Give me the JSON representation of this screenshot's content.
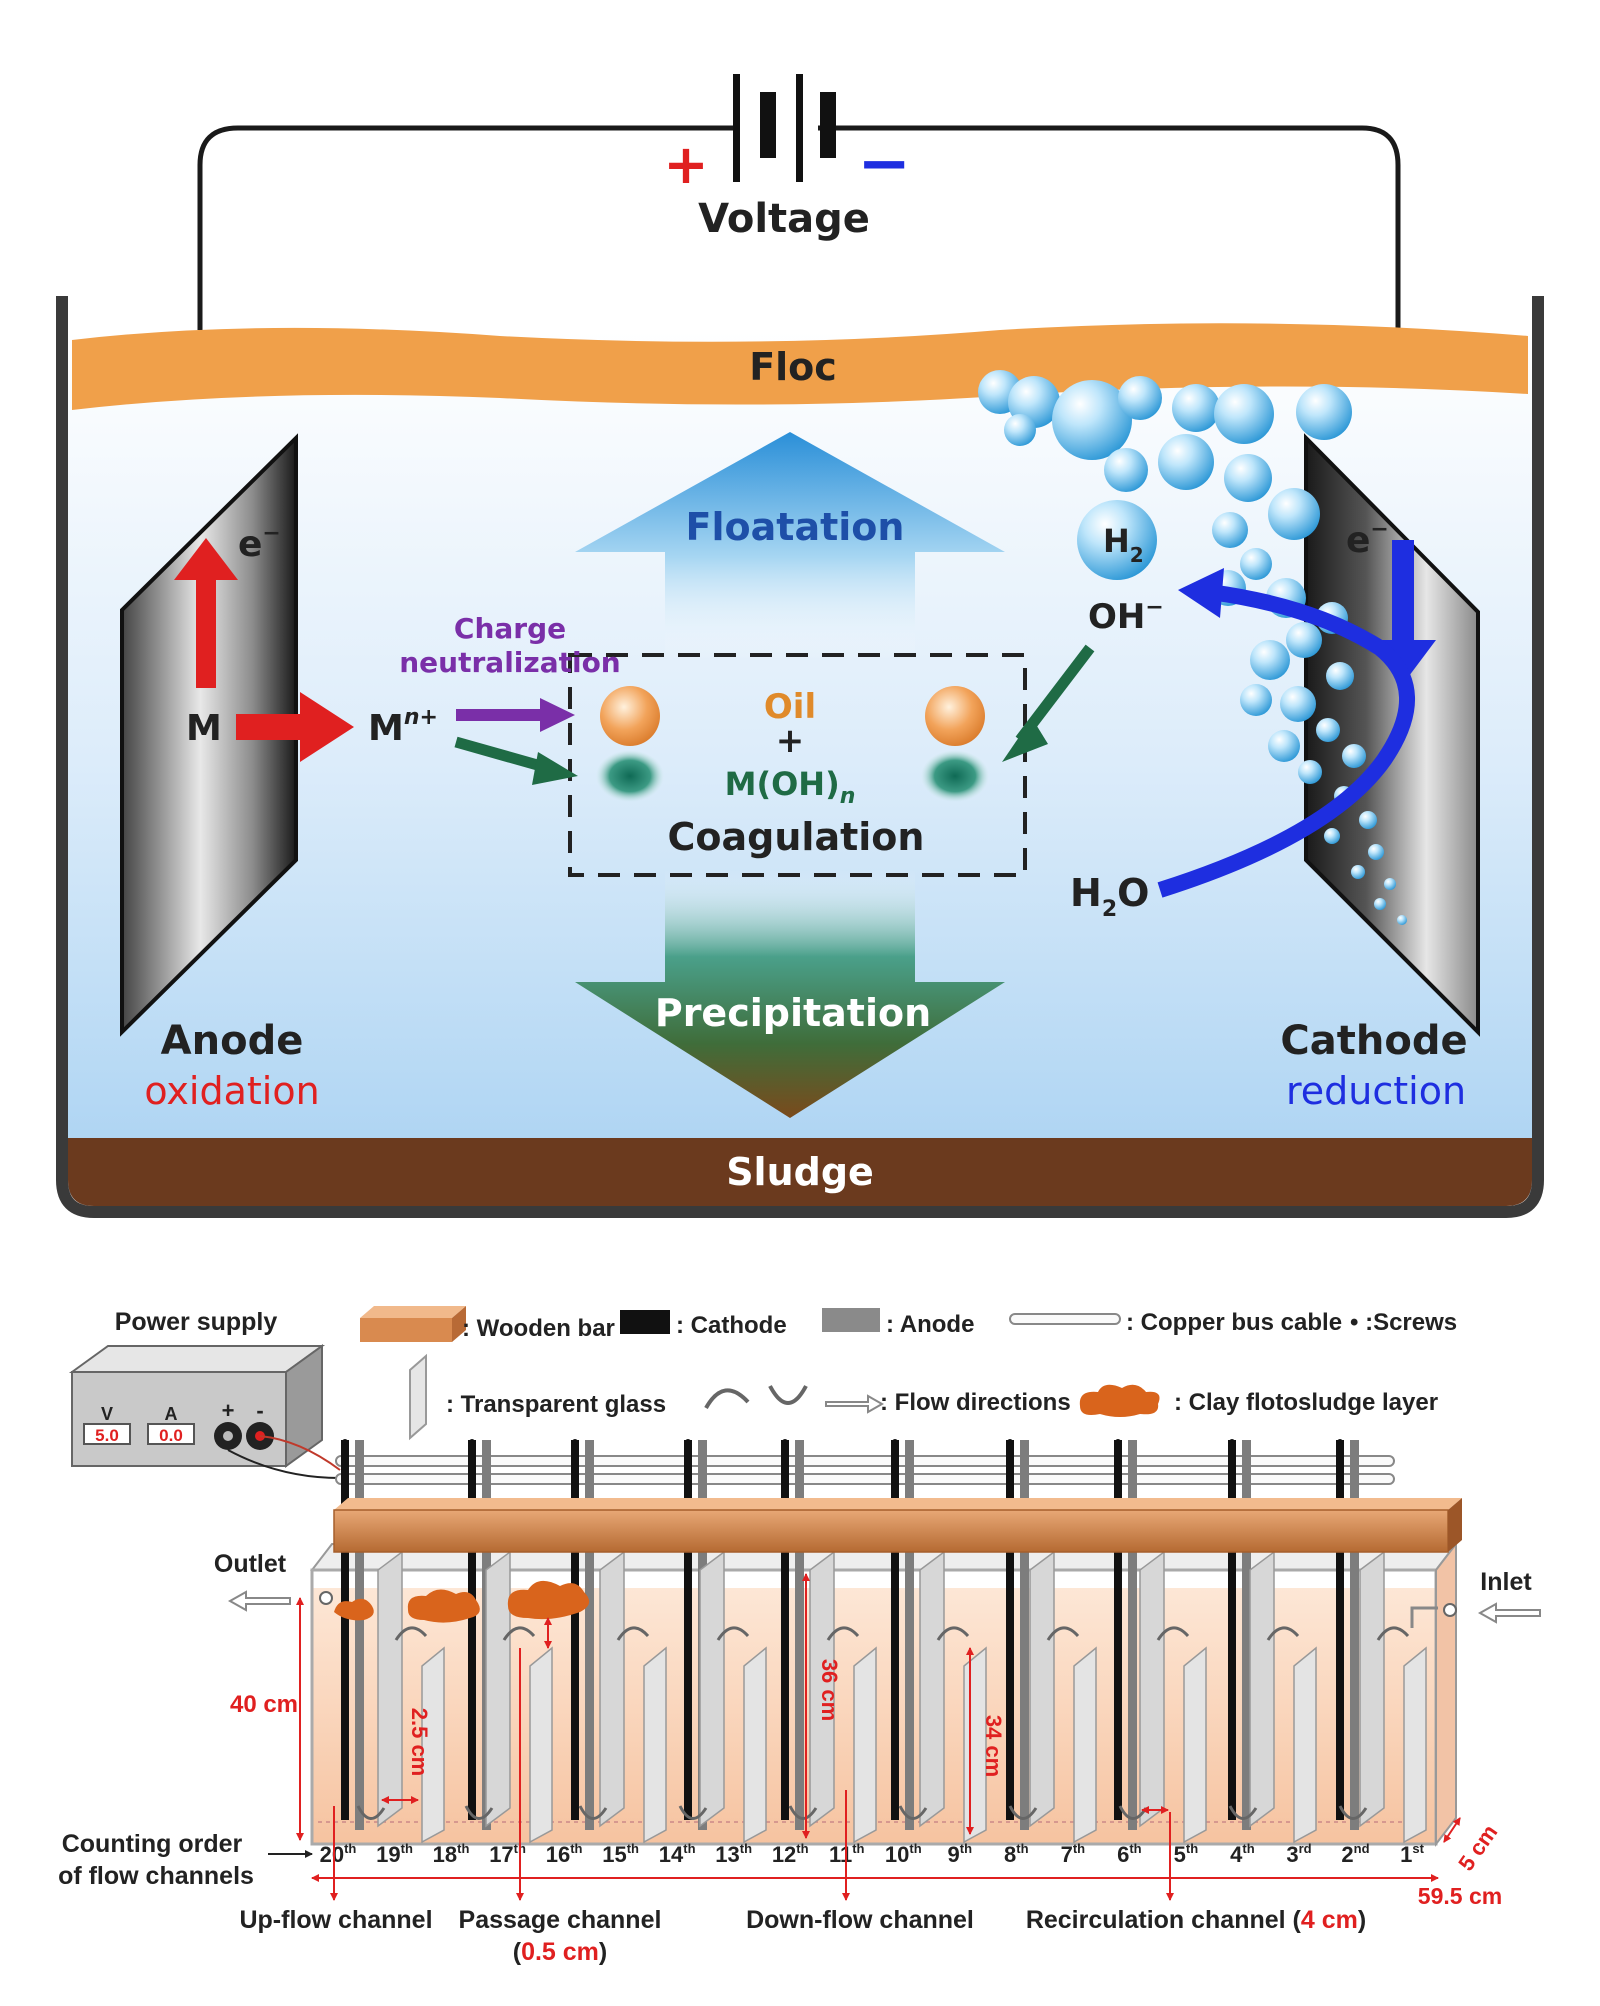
{
  "top": {
    "voltage_label": "Voltage",
    "plus": "+",
    "minus": "−",
    "floc": "Floc",
    "sludge": "Sludge",
    "floatation": "Floatation",
    "precipitation": "Precipitation",
    "coagulation": "Coagulation",
    "oil": "Oil",
    "plus_sign": "+",
    "moh": "M(OH)",
    "moh_sub": "n",
    "charge_line1": "Charge",
    "charge_line2": "neutralization",
    "anode_title": "Anode",
    "anode_sub": "oxidation",
    "cathode_title": "Cathode",
    "cathode_sub": "reduction",
    "m": "M",
    "mn": "M",
    "mn_sup": "n+",
    "e_anode": "e",
    "e_cathode": "e",
    "e_sup": "−",
    "h2": "H",
    "h2_sub": "2",
    "oh": "OH",
    "oh_sup": "−",
    "h2o_h": "H",
    "h2o_sub": "2",
    "h2o_o": "O"
  },
  "bottom": {
    "power_supply": "Power supply",
    "v_label": "V",
    "a_label": "A",
    "v_value": "5.0",
    "a_value": "0.0",
    "ps_plus": "+",
    "ps_minus": "-",
    "legend": {
      "wooden_bar": ": Wooden bar",
      "cathode": ": Cathode",
      "anode": ": Anode",
      "copper": ": Copper bus cable",
      "screws": "• :Screws",
      "glass": ": Transparent glass",
      "flow": ": Flow directions",
      "clay": ": Clay flotosludge layer"
    },
    "outlet": "Outlet",
    "inlet": "Inlet",
    "dim_40": "40 cm",
    "dim_25": "2.5 cm",
    "dim_36": "36 cm",
    "dim_34": "34 cm",
    "dim_5": "5 cm",
    "dim_595": "59.5 cm",
    "counting_line1": "Counting order",
    "counting_line2": "of flow channels",
    "channel_nums": [
      "20",
      "19",
      "18",
      "17",
      "16",
      "15",
      "14",
      "13",
      "12",
      "11",
      "10",
      "9",
      "8",
      "7",
      "6",
      "5",
      "4",
      "3",
      "2",
      "1"
    ],
    "channel_sfx": [
      "th",
      "th",
      "th",
      "th",
      "th",
      "th",
      "th",
      "th",
      "th",
      "th",
      "th",
      "th",
      "th",
      "th",
      "th",
      "th",
      "th",
      "rd",
      "nd",
      "st"
    ],
    "upflow": "Up-flow channel",
    "passage": "Passage channel",
    "passage_val_open": "(",
    "passage_val": "0.5 cm",
    "passage_val_close": ")",
    "downflow": "Down-flow channel",
    "recirc": "Recirculation channel (",
    "recirc_val": "4 cm",
    "recirc_close": ")"
  },
  "colors": {
    "water_top": "#ffffff",
    "water_bottom": "#a9d2f2",
    "floc": "#f0a04a",
    "sludge": "#6b3a1e",
    "anode_red": "#e02020",
    "cathode_blue": "#1e2ee0",
    "purple": "#7a2fa8",
    "green": "#1f6b45",
    "orange_text": "#e08a2a",
    "reactor_fill": "#f9d3b4",
    "clay": "#d9641c",
    "dim_red": "#e02020"
  }
}
